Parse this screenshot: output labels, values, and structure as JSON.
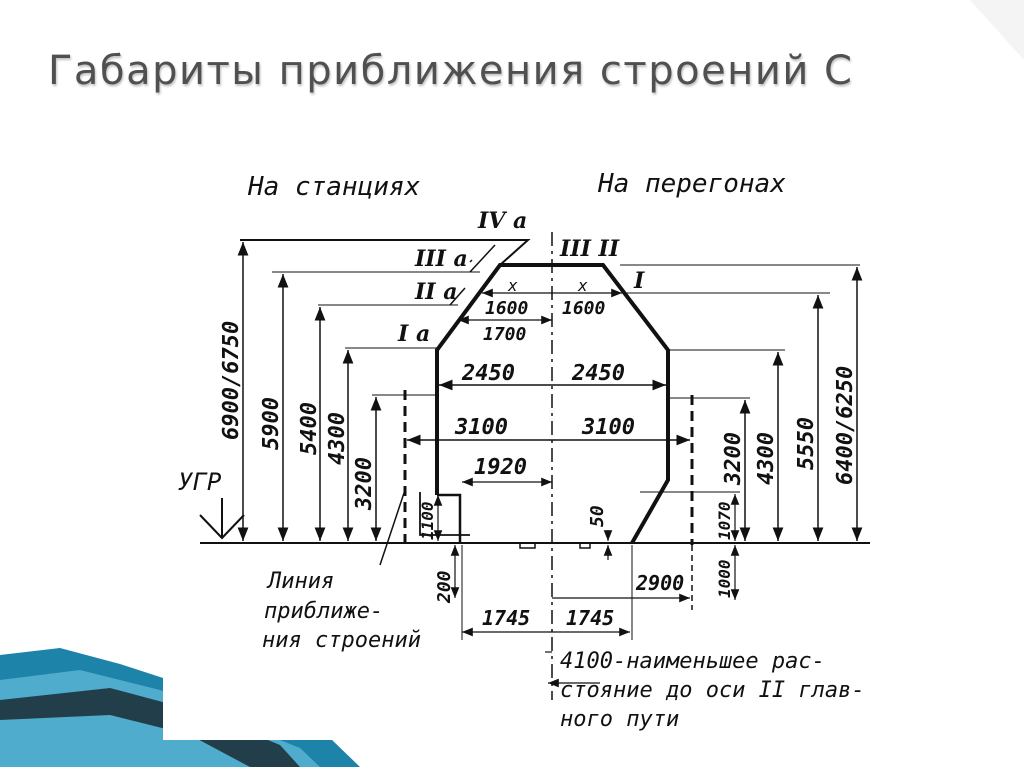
{
  "slide": {
    "title": "Габариты приближения строений С"
  },
  "diagram": {
    "headers": {
      "stations": "На станциях",
      "spans": "На перегонах"
    },
    "zone_labels": {
      "iv_a": "IV a",
      "iii_a": "III a",
      "ii_a": "II a",
      "i_a": "I a",
      "iii_ii": "III  II",
      "i": "I"
    },
    "heights_left": [
      "6900/6750",
      "5900",
      "5400",
      "4300",
      "3200"
    ],
    "heights_right": [
      "3200",
      "4300",
      "5550",
      "6400/6250"
    ],
    "widths": {
      "w1600_left": "1600",
      "w1600_right": "1600",
      "w1700": "1700",
      "w2450_left": "2450",
      "w2450_right": "2450",
      "w3100_left": "3100",
      "w3100_right": "3100",
      "w1920": "1920",
      "w1745_left": "1745",
      "w1745_right": "1745",
      "w2900": "2900"
    },
    "small_dims": {
      "d1100": "1100",
      "d200": "200",
      "d50": "50",
      "d1070": "1070",
      "d1000": "1000"
    },
    "x_marks": [
      "x",
      "x"
    ],
    "ugr": "УГР",
    "building_line_caption": [
      "Линия",
      "приближе-",
      "ния строений"
    ],
    "note_lines": [
      "4100-наименьшее рас-",
      "стояние до оси II глав-",
      "ного пути"
    ]
  }
}
